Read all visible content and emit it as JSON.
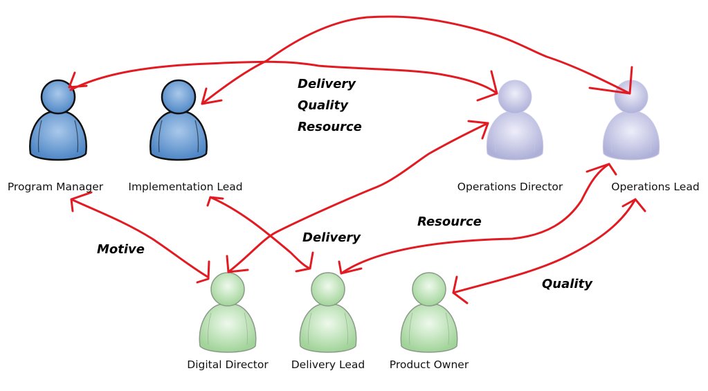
{
  "diagram": {
    "type": "stakeholder-relationship-map",
    "arrow_color": "#e21a22",
    "groups": {
      "blue": {
        "fill": "#5b93cf",
        "fill_light": "#a9c8ea",
        "stroke": "#111111"
      },
      "purple": {
        "fill": "#b4b6dc",
        "fill_light": "#e6e7f6",
        "stroke": "#c9cae6"
      },
      "green": {
        "fill": "#a8d8a0",
        "fill_light": "#e3f4df",
        "stroke": "#8a9a88"
      }
    },
    "people": [
      {
        "id": "program-manager",
        "label": "Program Manager",
        "group": "blue"
      },
      {
        "id": "implementation-lead",
        "label": "Implementation Lead",
        "group": "blue"
      },
      {
        "id": "operations-director",
        "label": "Operations Director",
        "group": "purple"
      },
      {
        "id": "operations-lead",
        "label": "Operations Lead",
        "group": "purple"
      },
      {
        "id": "digital-director",
        "label": "Digital Director",
        "group": "green"
      },
      {
        "id": "delivery-lead",
        "label": "Delivery Lead",
        "group": "green"
      },
      {
        "id": "product-owner",
        "label": "Product Owner",
        "group": "green"
      }
    ],
    "labels": {
      "top_block": [
        "Delivery",
        "Quality",
        "Resource"
      ],
      "motive": "Motive",
      "delivery": "Delivery",
      "resource": "Resource",
      "quality": "Quality"
    },
    "relationships": [
      {
        "from": "program-manager",
        "to": "operations-director",
        "direction": "both"
      },
      {
        "from": "implementation-lead",
        "to": "operations-lead",
        "direction": "both"
      },
      {
        "from": "program-manager",
        "to": "digital-director",
        "direction": "both",
        "label": "Motive"
      },
      {
        "from": "implementation-lead",
        "to": "delivery-lead",
        "direction": "both",
        "label": "Delivery"
      },
      {
        "from": "digital-director",
        "to": "operations-director",
        "direction": "both"
      },
      {
        "from": "delivery-lead",
        "to": "operations-lead",
        "direction": "both",
        "label": "Resource"
      },
      {
        "from": "product-owner",
        "to": "operations-lead",
        "direction": "both",
        "label": "Quality"
      }
    ]
  }
}
